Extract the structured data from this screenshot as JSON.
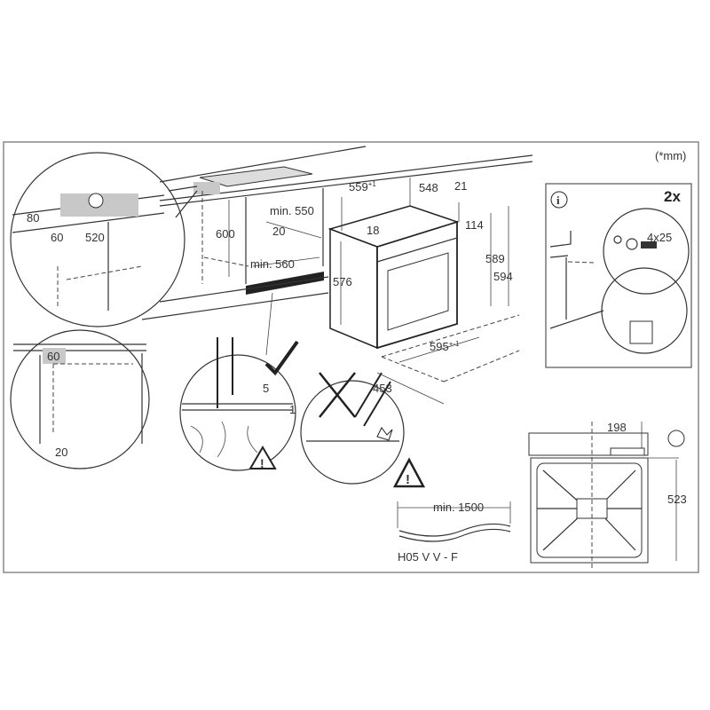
{
  "units_note": "(*mm)",
  "callout_left_top": {
    "height_80": "80",
    "depth_60": "60",
    "height_520": "520",
    "socket_icon": "electric-socket-icon"
  },
  "cabinet": {
    "height_600": "600",
    "depth_min_550": "min. 550",
    "gap_20": "20",
    "width_min_560": "min. 560"
  },
  "oven": {
    "width_559": "559",
    "width_559_tol": "+1",
    "depth_548": "548",
    "front_21": "21",
    "top_18": "18",
    "panel_114": "114",
    "height_576": "576",
    "height_589": "589",
    "height_594": "594",
    "width_595": "595",
    "width_595_tol": "+-1",
    "depth_453": "453"
  },
  "callout_left_bottom": {
    "depth_60": "60",
    "gap_20": "20"
  },
  "callout_correct": {
    "gap_5": "5",
    "gap_1": "1",
    "status_icon": "checkmark-icon",
    "warning_icon": "warning-icon"
  },
  "callout_wrong": {
    "status_icon": "cross-icon"
  },
  "cable": {
    "length": "min. 1500",
    "type": "H05 V V - F",
    "warning_icon": "warning-icon"
  },
  "fixing_panel": {
    "info_icon": "i",
    "quantity": "2x",
    "screw": "4x25"
  },
  "front_view": {
    "socket_offset": "198",
    "height_523": "523",
    "socket_icon": "electric-socket-icon"
  },
  "colors": {
    "line": "#333333",
    "shade": "#c8c8c8",
    "frame": "#888888"
  }
}
